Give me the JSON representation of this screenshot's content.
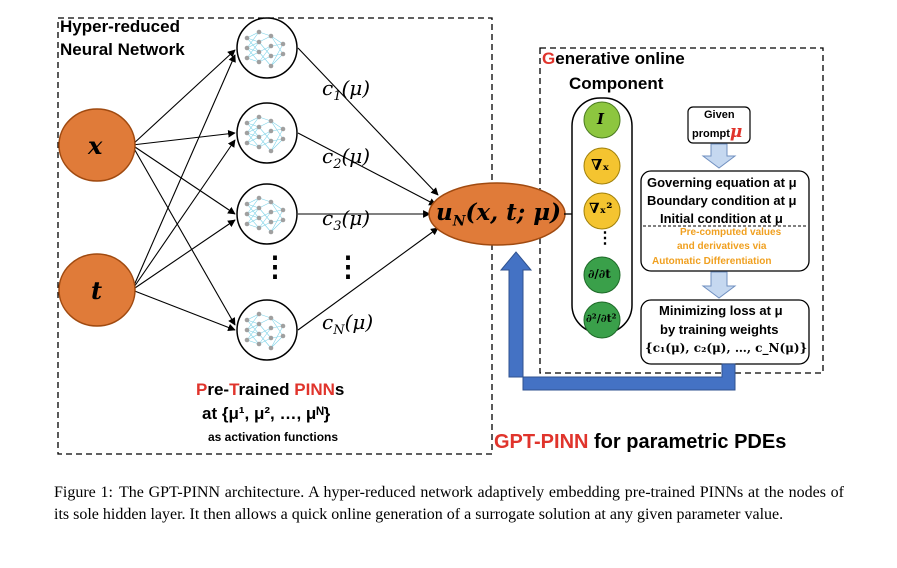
{
  "left_box": {
    "title_line1": "Hyper-reduced",
    "title_line2": "Neural Network",
    "input_x": "x",
    "input_t": "t",
    "vdots": "⋮",
    "weights": [
      "c",
      "c",
      "c",
      "c"
    ],
    "weight_subscripts": [
      "1",
      "2",
      "3",
      "N"
    ],
    "weight_arg": "(μ)",
    "output_u": "u",
    "output_sub": "N",
    "output_args": "(x, t; μ)",
    "pretrained": {
      "p1": "P",
      "p1_rest": "re-",
      "t1": "T",
      "t1_rest": "rained ",
      "pinn": "PINN",
      "pinn_rest": "s",
      "line2": "at {μ¹, μ², …, μᴺ}",
      "line3": "as activation functions"
    }
  },
  "right_box": {
    "title_g": "G",
    "title_rest": "enerative online",
    "title_line2": "Component",
    "operators": [
      "I",
      "∇ₓ",
      "∇ₓ²",
      "⋮",
      "∂/∂t",
      "∂²/∂t²"
    ],
    "prompt_line1": "Given",
    "prompt_line2": "prompt",
    "prompt_mu": "μ",
    "conditions": [
      "Governing equation at μ",
      "Boundary condition at μ",
      "Initial condition at μ"
    ],
    "precomputed": [
      "Pre-computed values",
      "and derivatives via",
      "Automatic Differentiation"
    ],
    "loss": [
      "Minimizing loss at μ",
      "by training weights",
      "{c₁(μ), c₂(μ), …, c_N(μ)}"
    ]
  },
  "bottom_title": {
    "gpt": "GPT-",
    "pinn": "PINN",
    "rest": " for parametric PDEs"
  },
  "caption": {
    "label": "Figure 1:",
    "text": "The GPT-PINN architecture. A hyper-reduced network adaptively embedding pre-trained PINNs at the nodes of its sole hidden layer. It then allows a quick online generation of a surrogate solution at any given parameter value."
  },
  "colors": {
    "orange_node": "#e07b39",
    "green_node": "#8dc63f",
    "yellow_node": "#f4c430",
    "dark_green_node": "#3aa04a",
    "blue_arrow": "#4472c4",
    "red_text": "#e0342c"
  }
}
